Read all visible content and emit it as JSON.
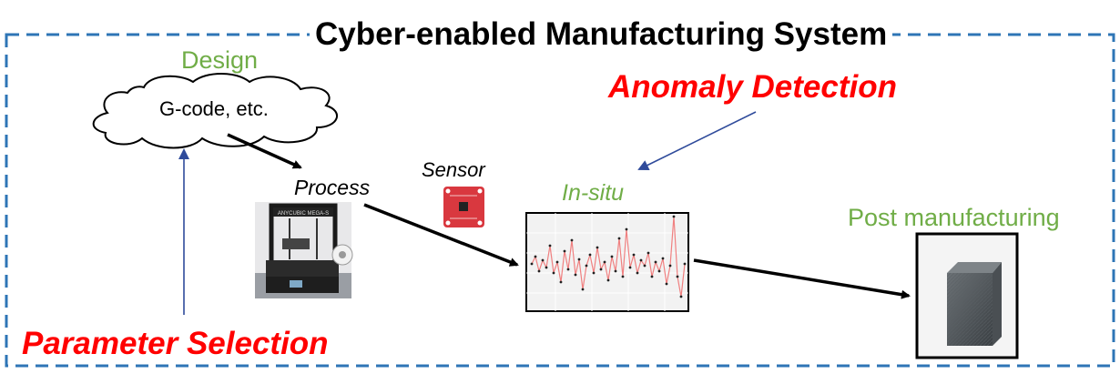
{
  "title": "Cyber-enabled Manufacturing System",
  "design": {
    "label": "Design",
    "cloud_text": "G-code, etc."
  },
  "process": {
    "label": "Process",
    "printer_brand": "ANYCUBIC MEGA-S"
  },
  "sensor": {
    "label": "Sensor"
  },
  "in_situ": {
    "label": "In-situ"
  },
  "post": {
    "label": "Post manufacturing"
  },
  "anomaly": {
    "label": "Anomaly Detection"
  },
  "parameter": {
    "label": "Parameter Selection"
  },
  "colors": {
    "frame": "#2e75b6",
    "green_label": "#70ad47",
    "red_label": "#ff0000",
    "blue_arrow": "#2f4b9b",
    "signal_line": "#f08080"
  },
  "icons": [
    "cloud-shape",
    "3d-printer-photo",
    "sensor-board-photo",
    "signal-plot",
    "printed-cube-photo"
  ]
}
